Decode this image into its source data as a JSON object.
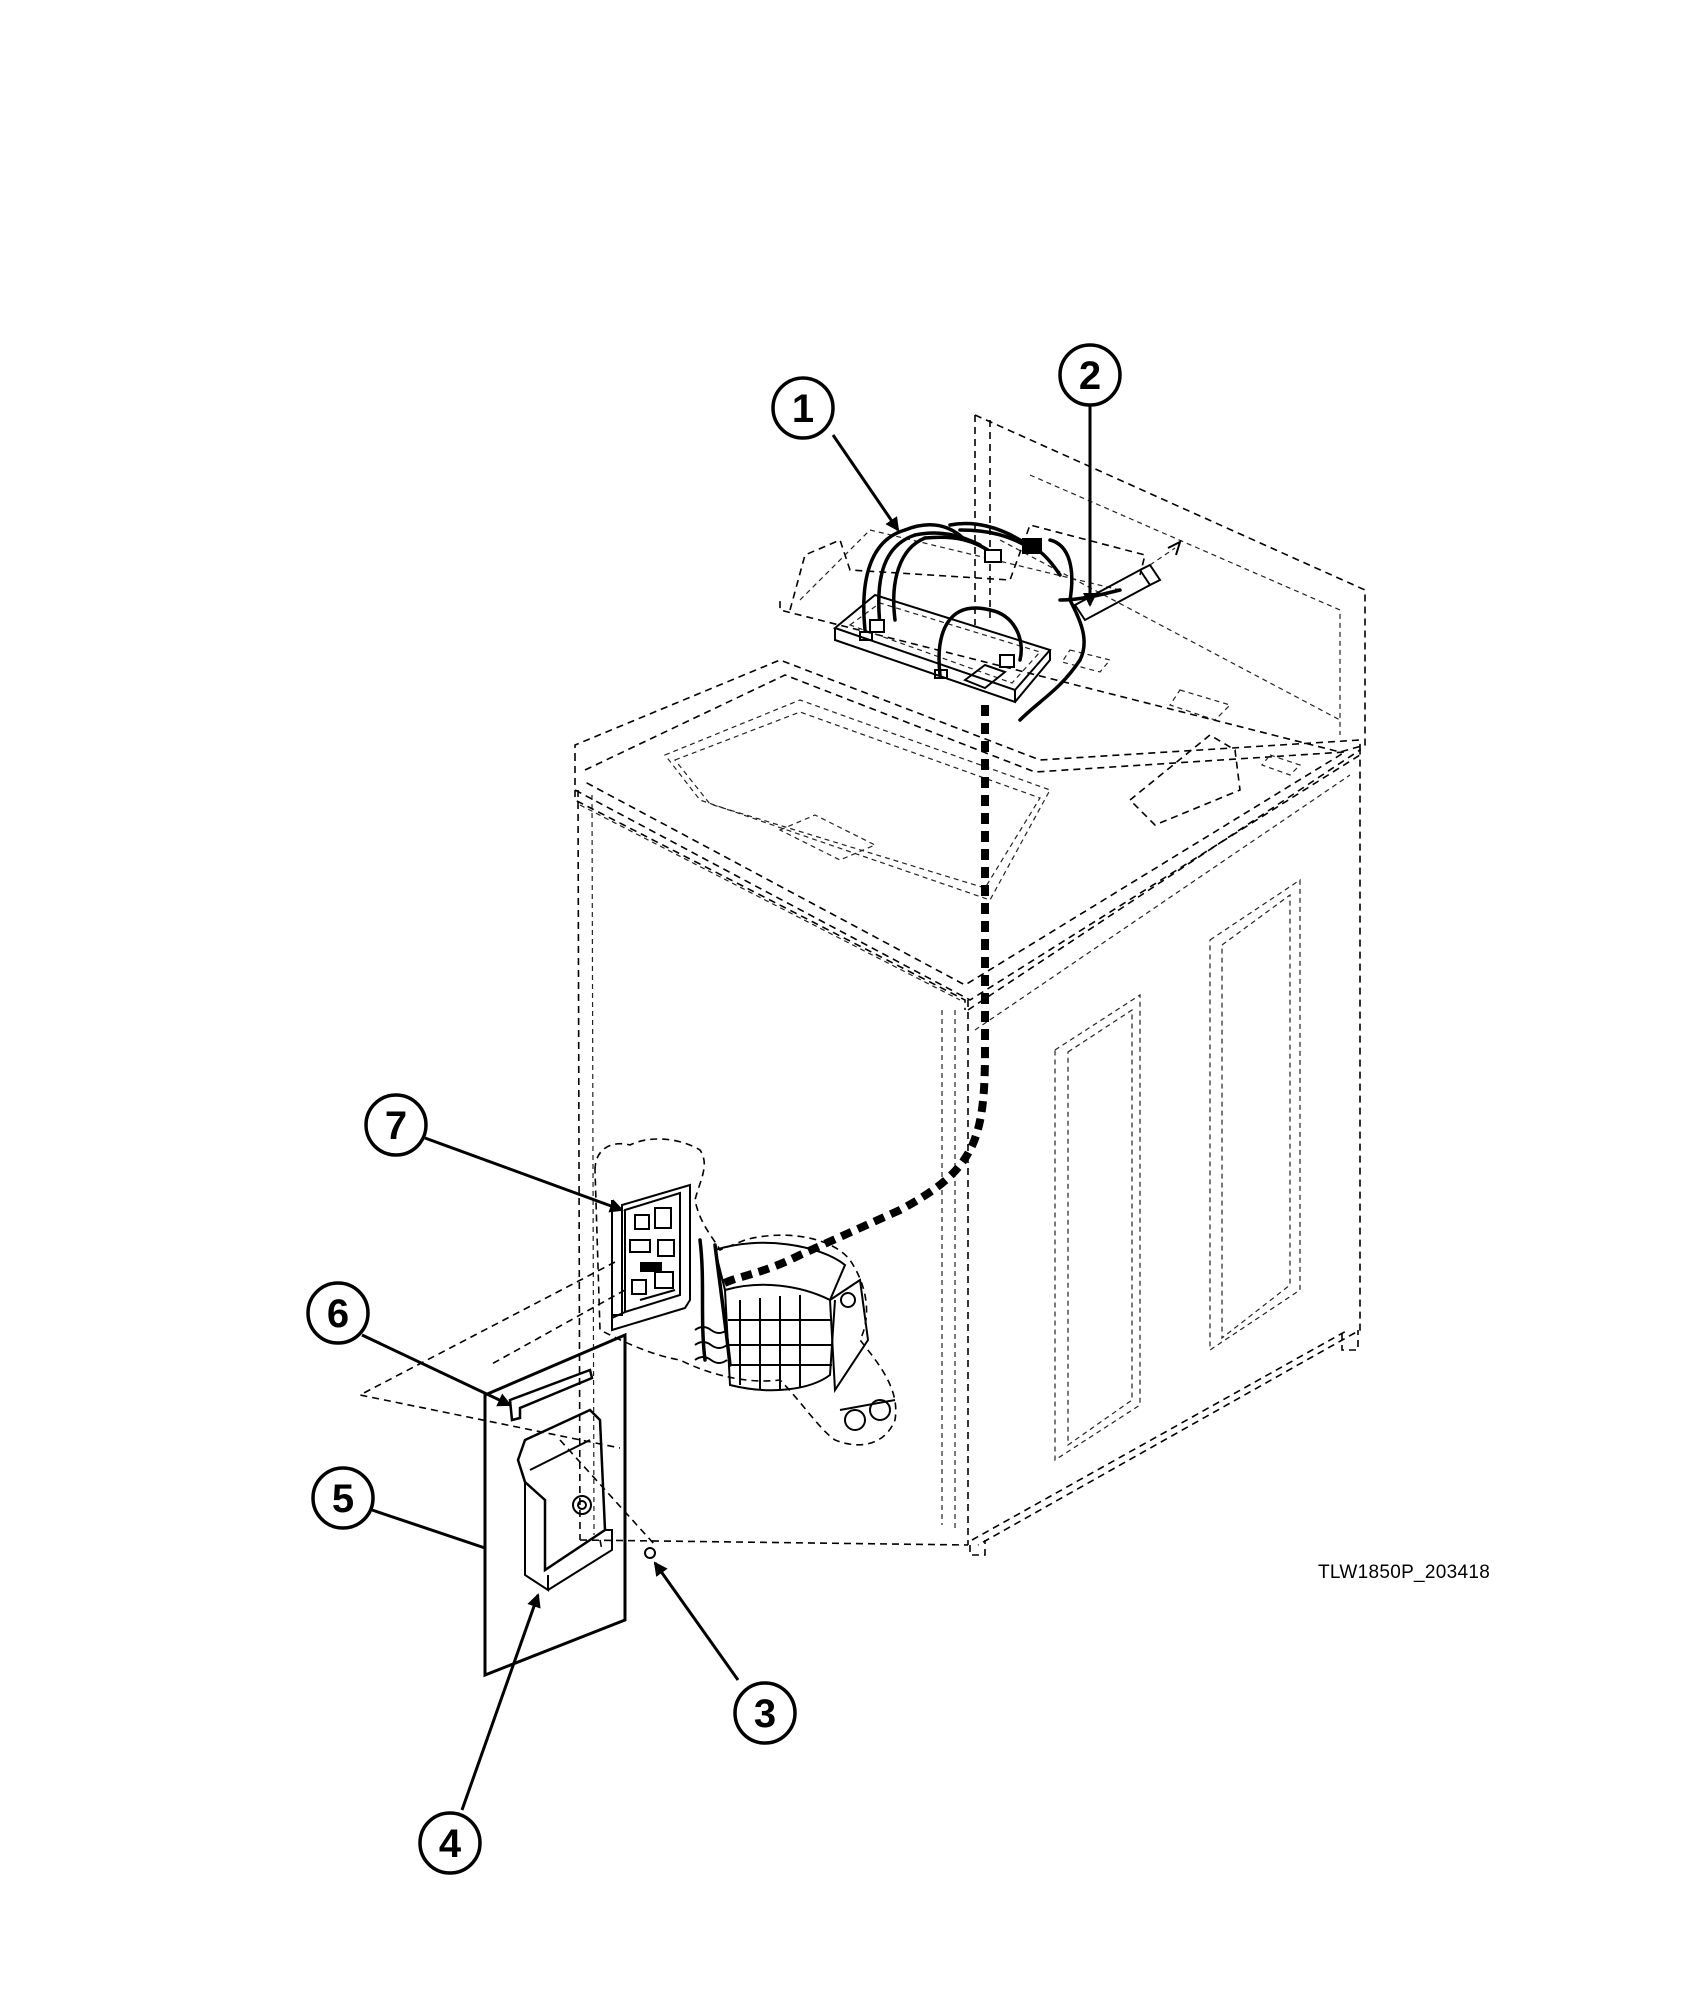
{
  "drawing_id": "TLW1850P_203418",
  "callouts": [
    {
      "label": "1"
    },
    {
      "label": "2"
    },
    {
      "label": "3"
    },
    {
      "label": "4"
    },
    {
      "label": "5"
    },
    {
      "label": "6"
    },
    {
      "label": "7"
    }
  ],
  "icons": [
    "washer-outline-icon",
    "wire-harness-icon",
    "control-board-icon",
    "bracket-icon",
    "screw-icon"
  ]
}
